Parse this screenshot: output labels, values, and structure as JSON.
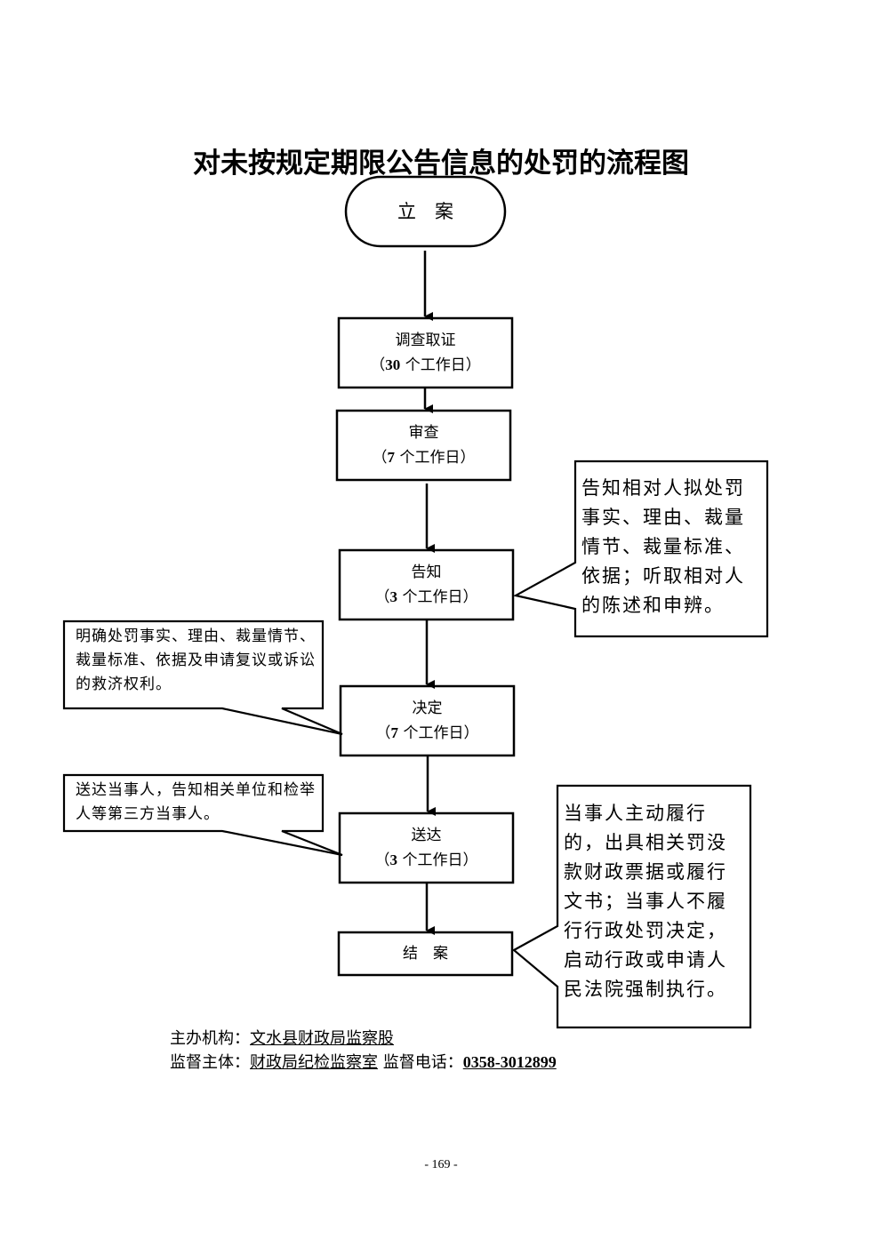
{
  "title": "对未按规定期限公告信息的处罚的流程图",
  "start": {
    "label": "立　案"
  },
  "steps": [
    {
      "name": "调查取证",
      "duration_prefix": "（",
      "duration_num": "30",
      "duration_suffix": " 个工作日）"
    },
    {
      "name": "审查",
      "duration_prefix": "（",
      "duration_num": "7",
      "duration_suffix": " 个工作日）"
    },
    {
      "name": "告知",
      "duration_prefix": "（",
      "duration_num": "3",
      "duration_suffix": " 个工作日）"
    },
    {
      "name": "决定",
      "duration_prefix": "（",
      "duration_num": "7",
      "duration_suffix": " 个工作日）"
    },
    {
      "name": "送达",
      "duration_prefix": "（",
      "duration_num": "3",
      "duration_suffix": " 个工作日）"
    }
  ],
  "end": {
    "label": "结　案"
  },
  "callouts": {
    "notify": "告知相对人拟处罚事实、理由、裁量情节、裁量标准、依据；听取相对人的陈述和申辨。",
    "decision": "明确处罚事实、理由、裁量情节、裁量标准、依据及申请复议或诉讼的救济权利。",
    "delivery": "送达当事人，告知相关单位和检举人等第三方当事人。",
    "closing": "当事人主动履行的，出具相关罚没款财政票据或履行文书；当事人不履行行政处罚决定，启动行政或申请人民法院强制执行。"
  },
  "footer": {
    "org_label": "主办机构：",
    "org_value": "文水县财政局监察股",
    "supervisor_label": "监督主体：",
    "supervisor_value": "财政局纪检监察室",
    "phone_label": "监督电话：",
    "phone_value": "0358-3012899"
  },
  "page_number": "- 169 -"
}
